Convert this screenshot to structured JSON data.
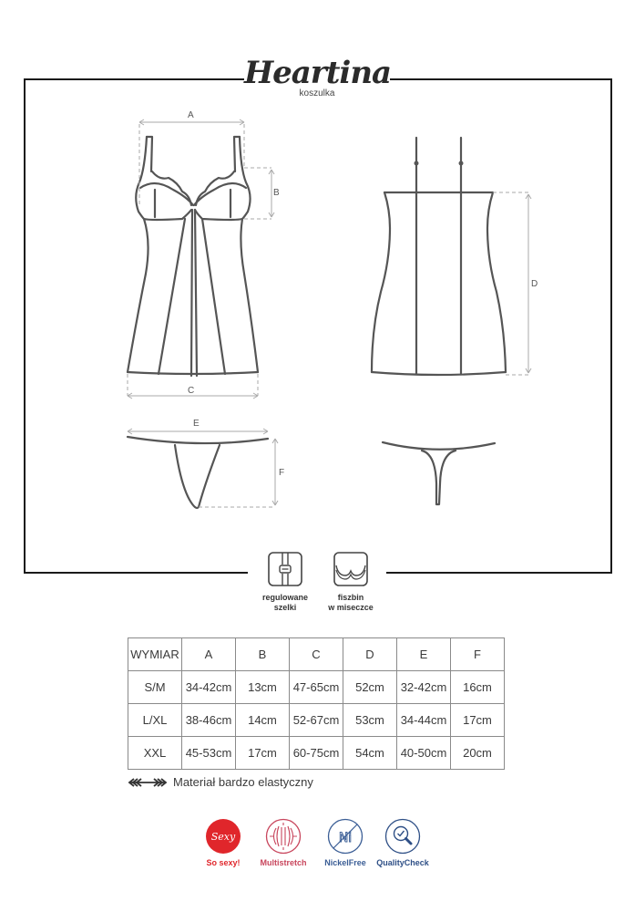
{
  "brand": {
    "name": "Heartina",
    "product_type": "koszulka"
  },
  "diagram": {
    "labels": {
      "a": "A",
      "b": "B",
      "c": "C",
      "d": "D",
      "e": "E",
      "f": "F"
    }
  },
  "features": [
    {
      "icon": "adjustable-straps-icon",
      "line1": "regulowane",
      "line2": "szelki"
    },
    {
      "icon": "underwire-cup-icon",
      "line1": "fiszbin",
      "line2": "w miseczce"
    }
  ],
  "size_table": {
    "headers": [
      "WYMIAR",
      "A",
      "B",
      "C",
      "D",
      "E",
      "F"
    ],
    "rows": [
      [
        "S/M",
        "34-42cm",
        "13cm",
        "47-65cm",
        "52cm",
        "32-42cm",
        "16cm"
      ],
      [
        "L/XL",
        "38-46cm",
        "14cm",
        "52-67cm",
        "53cm",
        "34-44cm",
        "17cm"
      ],
      [
        "XXL",
        "45-53cm",
        "17cm",
        "60-75cm",
        "54cm",
        "40-50cm",
        "20cm"
      ]
    ]
  },
  "elastic_note": {
    "icon": "stretch-arrows-icon",
    "text": "Materiał bardzo elastyczny"
  },
  "badges": [
    {
      "icon": "sexy-icon",
      "icon_text": "Sexy",
      "label": "So sexy!",
      "color": "#e0262b"
    },
    {
      "icon": "multistretch-icon",
      "label": "Multistretch",
      "color": "#c8455c"
    },
    {
      "icon": "nickel-free-icon",
      "icon_text": "Ni",
      "label": "NickelFree",
      "color": "#3a5d95"
    },
    {
      "icon": "quality-check-icon",
      "label": "QualityCheck",
      "color": "#2e4f86"
    }
  ]
}
